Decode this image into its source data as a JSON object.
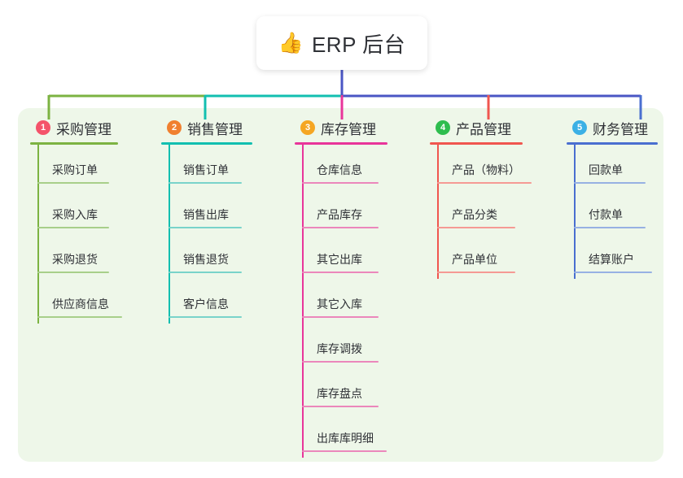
{
  "diagram": {
    "type": "mind-map",
    "background_color": "#eef7e9",
    "page_background": "#ffffff",
    "root": {
      "icon": "thumbs-up-icon",
      "emoji": "👍",
      "title": "ERP 后台",
      "stem_color": "#4a56c4"
    },
    "branches": [
      {
        "number": "1",
        "badge_color": "#f4536a",
        "line_color": "#7cb342",
        "leaf_line_color": "#a8cf8a",
        "title": "采购管理",
        "children": [
          "采购订单",
          "采购入库",
          "采购退货",
          "供应商信息"
        ]
      },
      {
        "number": "2",
        "badge_color": "#f0802f",
        "line_color": "#12bfb0",
        "leaf_line_color": "#79d3ca",
        "title": "销售管理",
        "children": [
          "销售订单",
          "销售出库",
          "销售退货",
          "客户信息"
        ]
      },
      {
        "number": "3",
        "badge_color": "#f5a623",
        "line_color": "#e8359a",
        "leaf_line_color": "#eb87bb",
        "title": "库存管理",
        "children": [
          "仓库信息",
          "产品库存",
          "其它出库",
          "其它入库",
          "库存调拨",
          "库存盘点",
          "出库库明细"
        ]
      },
      {
        "number": "4",
        "badge_color": "#2ebd4e",
        "line_color": "#f0564f",
        "leaf_line_color": "#f59a94",
        "title": "产品管理",
        "children": [
          "产品（物料）",
          "产品分类",
          "产品单位"
        ]
      },
      {
        "number": "5",
        "badge_color": "#3bb0e5",
        "line_color": "#4a6fd0",
        "leaf_line_color": "#97b1e3",
        "title": "财务管理",
        "children": [
          "回款单",
          "付款单",
          "结算账户"
        ]
      }
    ],
    "connector_bar": {
      "segments": [
        {
          "name": "left-green",
          "color": "#7cb342"
        },
        {
          "name": "mid-teal",
          "color": "#12bfb0"
        },
        {
          "name": "right-indigo",
          "color": "#4a56c4"
        }
      ]
    }
  }
}
